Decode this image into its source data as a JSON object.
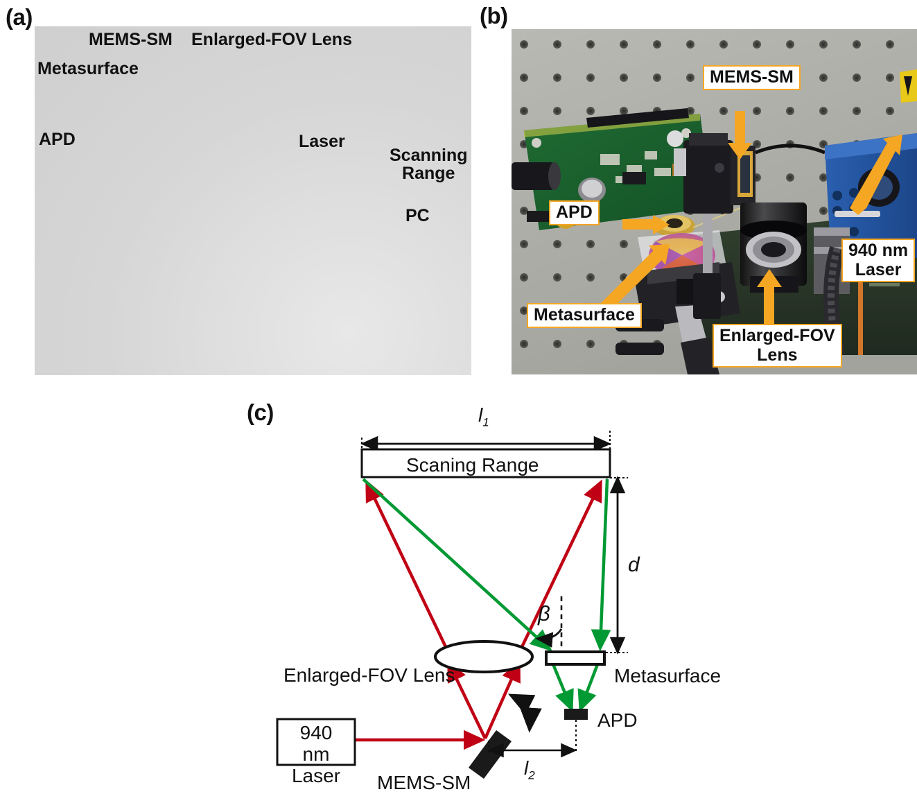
{
  "figure": {
    "panels": [
      {
        "id": "a",
        "letter": "(a)",
        "type": "3d-rendering"
      },
      {
        "id": "b",
        "letter": "(b)",
        "type": "photograph"
      },
      {
        "id": "c",
        "letter": "(c)",
        "type": "schematic-ray-diagram"
      }
    ]
  },
  "panel_a": {
    "letter": "(a)",
    "labels": [
      {
        "name": "metasurface",
        "text": "Metasurface"
      },
      {
        "name": "mems-sm",
        "text": "MEMS-SM"
      },
      {
        "name": "enlarged-fov-lens",
        "text": "Enlarged-FOV Lens"
      },
      {
        "name": "apd",
        "text": "APD"
      },
      {
        "name": "laser",
        "text": "Laser"
      },
      {
        "name": "scanning-range",
        "text": "Scanning\nRange"
      },
      {
        "name": "pc",
        "text": "PC"
      }
    ],
    "beam_color": "#e8504a",
    "breadboard_color": "#c3c7da"
  },
  "panel_b": {
    "letter": "(b)",
    "callouts": [
      {
        "name": "mems-sm",
        "text": "MEMS-SM"
      },
      {
        "name": "apd",
        "text": "APD"
      },
      {
        "name": "metasurface",
        "text": "Metasurface"
      },
      {
        "name": "enlarged-fov-lens",
        "text": "Enlarged-FOV\nLens"
      },
      {
        "name": "laser-940nm",
        "text": "940 nm\nLaser"
      }
    ],
    "callout_border_color": "#f5a623",
    "arrow_color": "#f5a623"
  },
  "panel_c": {
    "letter": "(c)",
    "scanning_range_label": "Scaning Range",
    "dimension_l1": "l",
    "dimension_l1_sub": "1",
    "dimension_l2": "l",
    "dimension_l2_sub": "2",
    "dimension_d": "d",
    "angle_beta": "β",
    "component_labels": [
      {
        "name": "enlarged-fov-lens",
        "text": "Enlarged-FOV Lens"
      },
      {
        "name": "metasurface",
        "text": "Metasurface"
      },
      {
        "name": "apd",
        "text": "APD"
      },
      {
        "name": "mems-sm",
        "text": "MEMS-SM"
      },
      {
        "name": "laser-940nm",
        "text": "940 nm\nLaser"
      }
    ],
    "laser_box_text": "940 nm\nLaser",
    "ray_colors": {
      "emitted": "#c00014",
      "received": "#009933",
      "dimension": "#111111"
    }
  }
}
